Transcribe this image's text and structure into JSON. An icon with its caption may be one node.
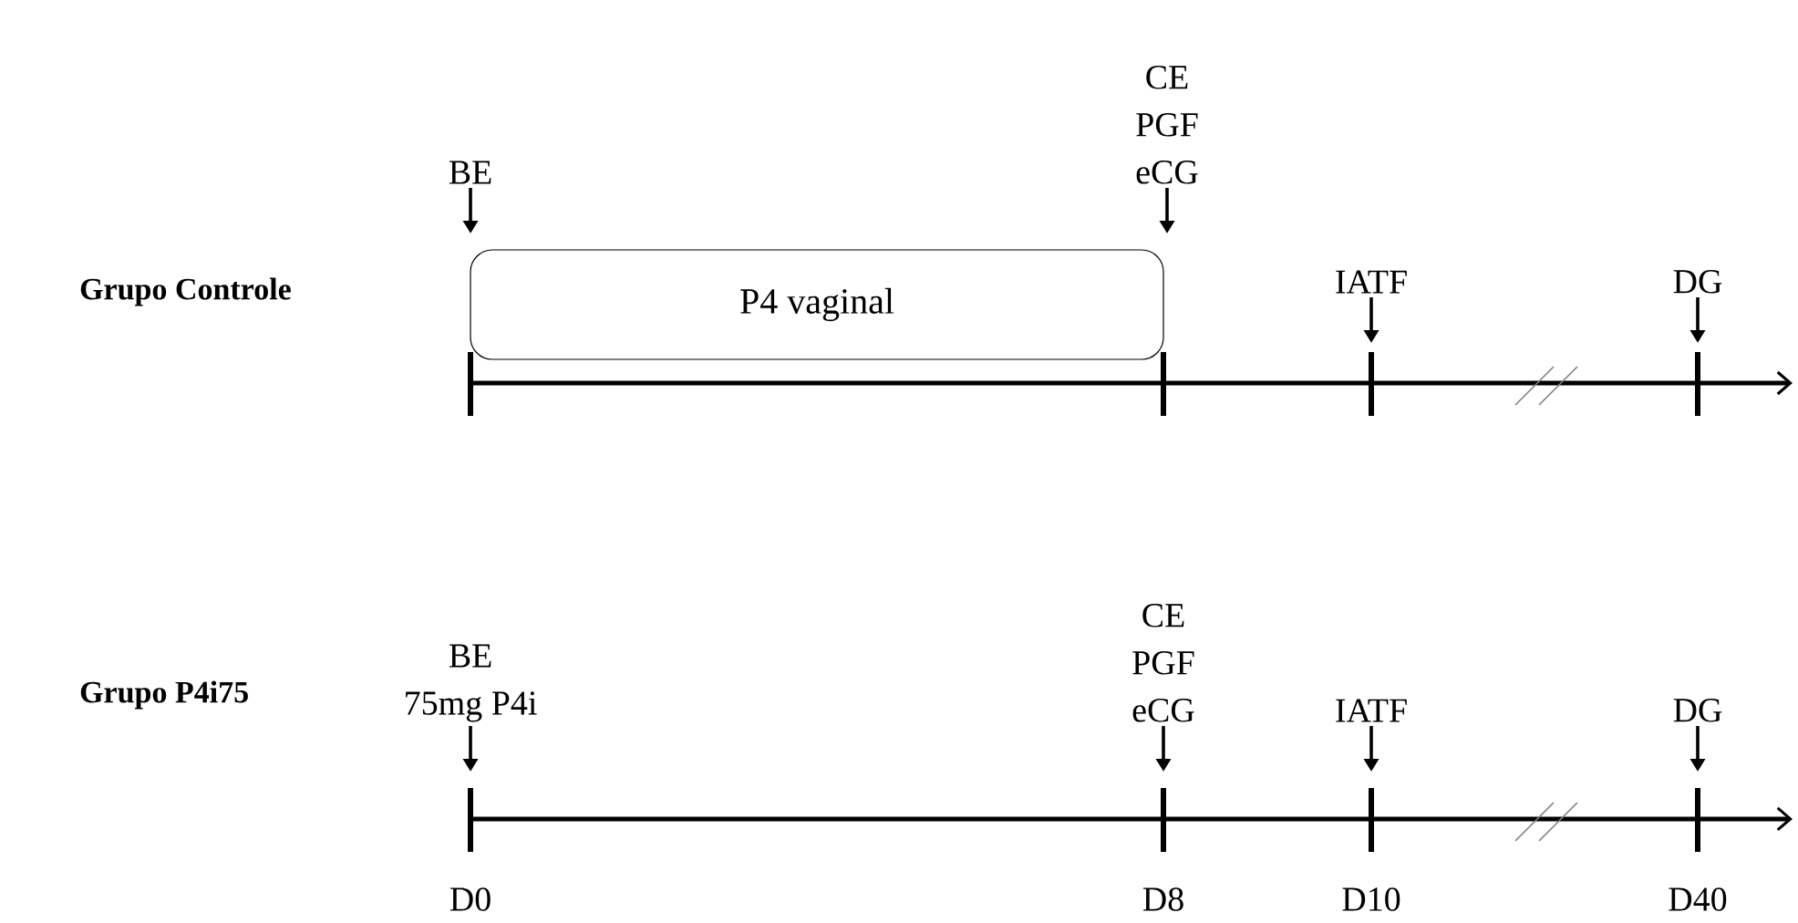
{
  "diagram": {
    "nodes": [
      {
        "text": [
          "BE"
        ]
      },
      {
        "text": [
          "CE",
          "PGF",
          "eCG"
        ]
      },
      {
        "text": [
          "P4 vaginal"
        ]
      },
      {
        "text": [
          "IATF"
        ]
      },
      {
        "text": [
          "DG"
        ]
      },
      {
        "text": [
          "BE",
          "75mg P4i"
        ]
      },
      {
        "text": [
          "CE",
          "PGF",
          "eCG"
        ]
      },
      {
        "text": [
          "IATF"
        ]
      },
      {
        "text": [
          "DG"
        ]
      }
    ],
    "edges": [
      {
        "from": 0,
        "to": null,
        "arrow": "to"
      },
      {
        "from": 1,
        "to": null,
        "arrow": "to"
      },
      {
        "from": 3,
        "to": null,
        "arrow": "to"
      },
      {
        "from": 4,
        "to": null,
        "arrow": "to"
      },
      {
        "from": 5,
        "to": null,
        "arrow": "to"
      },
      {
        "from": 6,
        "to": null,
        "arrow": "to"
      },
      {
        "from": 7,
        "to": null,
        "arrow": "to"
      },
      {
        "from": 8,
        "to": null,
        "arrow": "to"
      }
    ],
    "labels": [
      "Grupo Controle",
      "Grupo P4i75",
      "D0",
      "D8",
      "D10",
      "D40"
    ]
  }
}
